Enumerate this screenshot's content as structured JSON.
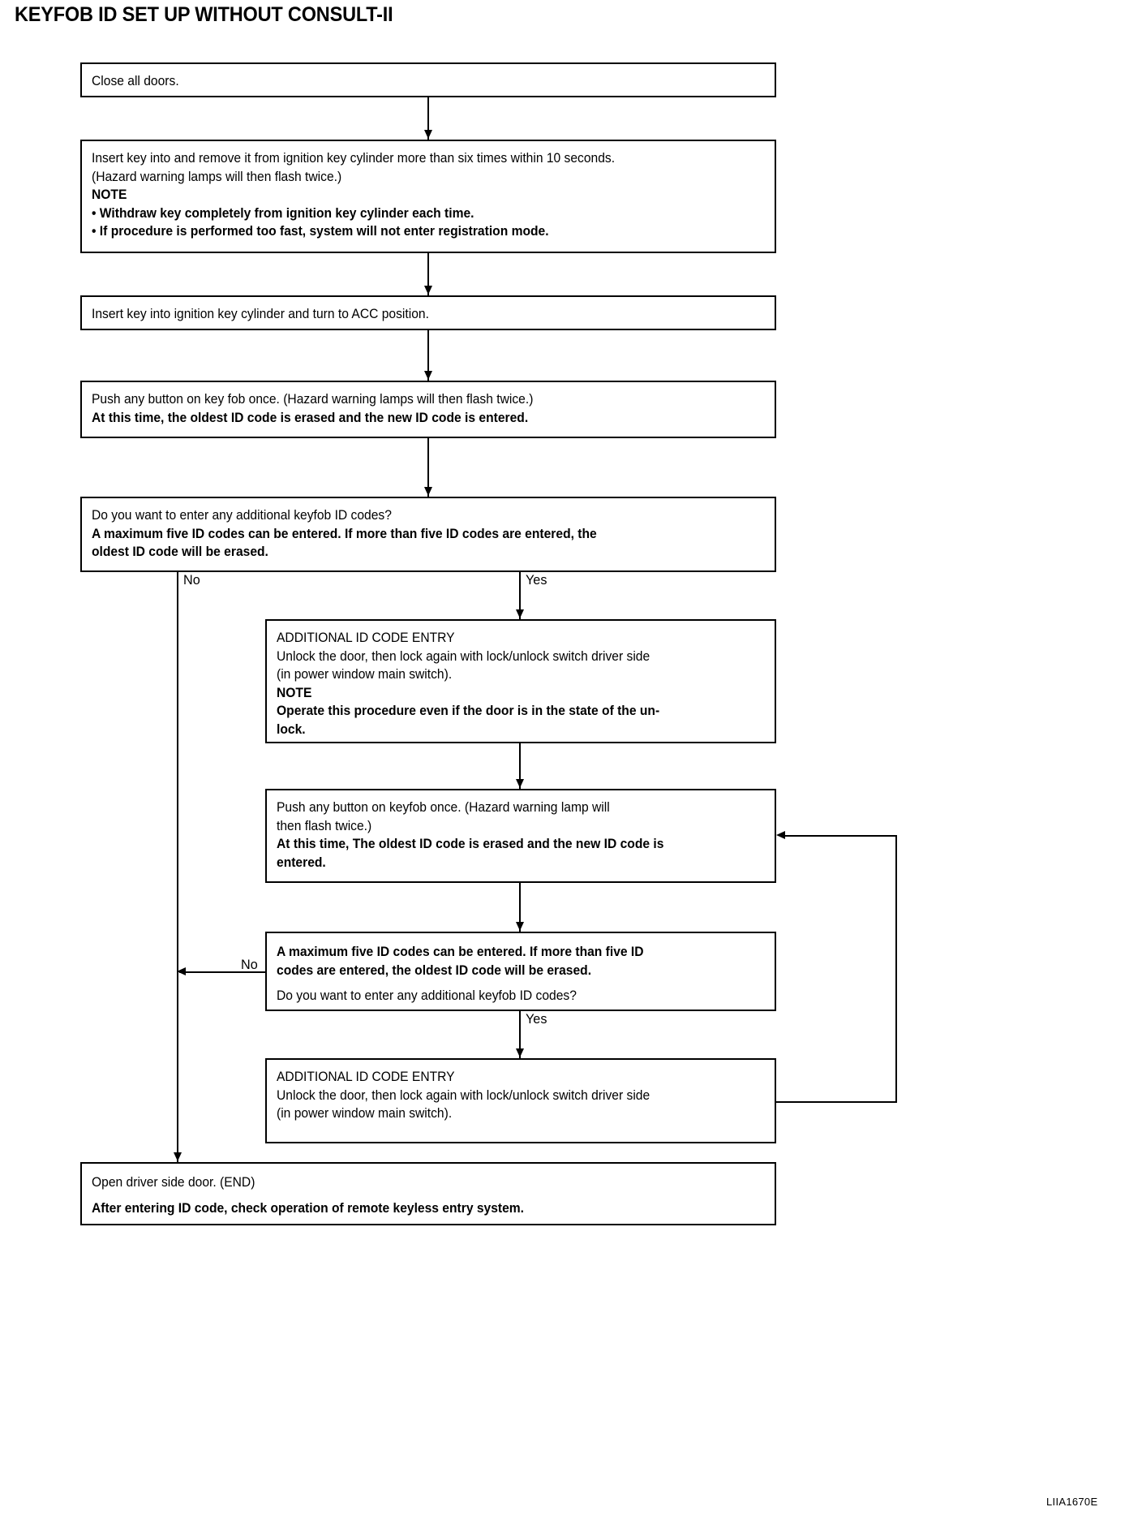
{
  "title": "KEYFOB ID SET UP WITHOUT CONSULT-II",
  "figure_code": "LIIA1670E",
  "colors": {
    "ink": "#000000",
    "paper": "#ffffff"
  },
  "boxes": {
    "close_doors": {
      "lines": [
        {
          "text": "Close all doors.",
          "bold": false
        }
      ]
    },
    "insert_remove_key": {
      "lines": [
        {
          "text": "Insert key into and remove it from ignition key cylinder more than six times within 10 seconds.",
          "bold": false
        },
        {
          "text": "(Hazard warning lamps will then flash twice.)",
          "bold": false
        },
        {
          "text": "NOTE",
          "bold": true
        },
        {
          "text": "• Withdraw key completely from ignition key cylinder each time.",
          "bold": true
        },
        {
          "text": "• If procedure is performed too fast, system will not enter registration mode.",
          "bold": true
        }
      ]
    },
    "turn_acc": {
      "lines": [
        {
          "text": "Insert key into ignition key cylinder and turn to ACC position.",
          "bold": false
        }
      ]
    },
    "push_button_first": {
      "lines": [
        {
          "text": "Push any button on key fob once. (Hazard warning lamps will then flash twice.)",
          "bold": false
        },
        {
          "text": "At this time, the oldest ID code is erased and the new ID code is entered.",
          "bold": true
        }
      ]
    },
    "decision_one": {
      "lines": [
        {
          "text": "Do you want to enter any additional keyfob ID codes?",
          "bold": false
        },
        {
          "text": "A  maximum five ID codes can be entered. If more than five ID codes are entered, the",
          "bold": true
        },
        {
          "text": "oldest ID code will be erased.",
          "bold": true
        }
      ],
      "no_label": "No",
      "yes_label": "Yes"
    },
    "additional_entry_first": {
      "lines": [
        {
          "text": "ADDITIONAL ID CODE ENTRY",
          "bold": false
        },
        {
          "text": "Unlock the door, then lock again with lock/unlock switch driver side",
          "bold": false
        },
        {
          "text": "(in power window main switch).",
          "bold": false
        },
        {
          "text": "NOTE",
          "bold": true
        },
        {
          "text": "Operate this procedure even if the door is in the state of the un-",
          "bold": true
        },
        {
          "text": "lock.",
          "bold": true
        }
      ]
    },
    "push_button_second": {
      "lines": [
        {
          "text": "Push any button on keyfob once. (Hazard warning lamp will",
          "bold": false
        },
        {
          "text": "then flash twice.)",
          "bold": false
        },
        {
          "text": "At this time, The oldest ID code is erased and the new ID code is",
          "bold": true
        },
        {
          "text": "entered.",
          "bold": true
        }
      ]
    },
    "decision_two": {
      "lines": [
        {
          "text": "A  maximum five ID codes can be entered. If more than five ID",
          "bold": true
        },
        {
          "text": "codes are entered, the oldest ID code will be erased.",
          "bold": true
        },
        {
          "text": "Do you want to enter any additional keyfob ID codes?",
          "bold": false
        }
      ],
      "no_label": "No",
      "yes_label": "Yes"
    },
    "additional_entry_second": {
      "lines": [
        {
          "text": "ADDITIONAL ID CODE ENTRY",
          "bold": false
        },
        {
          "text": "Unlock the door, then lock again with lock/unlock switch driver side",
          "bold": false
        },
        {
          "text": "(in power window main switch).",
          "bold": false
        }
      ]
    },
    "end_box": {
      "lines": [
        {
          "text": "Open driver side door. (END)",
          "bold": false
        },
        {
          "text": "After entering ID code, check operation of remote keyless entry system.",
          "bold": true
        }
      ]
    }
  }
}
